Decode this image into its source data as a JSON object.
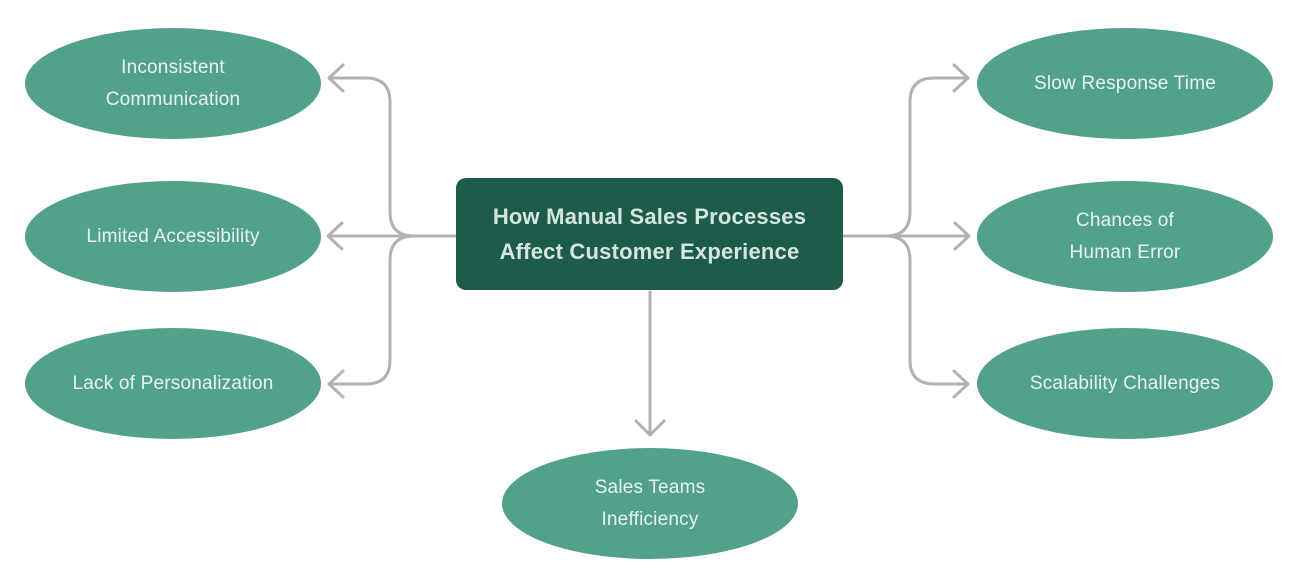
{
  "diagram": {
    "center": {
      "label": "How Manual Sales Processes\nAffect Customer Experience"
    },
    "left_nodes": [
      {
        "label": "Inconsistent\nCommunication"
      },
      {
        "label": "Limited Accessibility"
      },
      {
        "label": "Lack of Personalization"
      }
    ],
    "right_nodes": [
      {
        "label": "Slow Response Time"
      },
      {
        "label": "Chances of\nHuman Error"
      },
      {
        "label": "Scalability Challenges"
      }
    ],
    "bottom_nodes": [
      {
        "label": "Sales Teams\nInefficiency"
      }
    ],
    "colors": {
      "canvas_bg": "#ffffff",
      "center_bg": "#1d5b4a",
      "center_text": "#d5e6e0",
      "node_bg": "#52a18c",
      "node_text": "#e9f3f0",
      "connector": "#b0b3b0"
    }
  }
}
